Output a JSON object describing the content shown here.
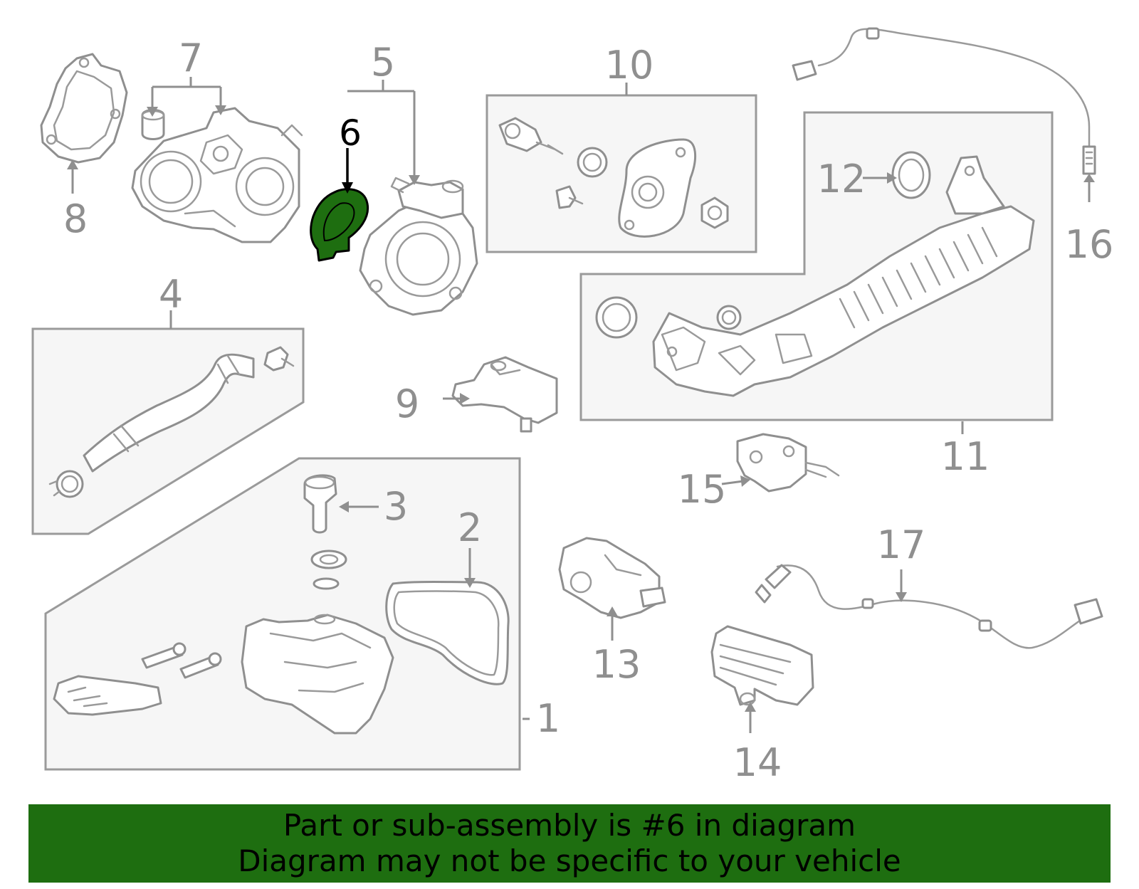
{
  "callouts": {
    "c1": "1",
    "c2": "2",
    "c3": "3",
    "c4": "4",
    "c5": "5",
    "c6": "6",
    "c7": "7",
    "c8": "8",
    "c9": "9",
    "c10": "10",
    "c11": "11",
    "c12": "12",
    "c13": "13",
    "c14": "14",
    "c15": "15",
    "c16": "16",
    "c17": "17"
  },
  "highlighted_part": "6",
  "colors": {
    "highlight": "#1e6e10",
    "line": "#8f8f8f",
    "banner": "#1e6e10"
  },
  "banner": {
    "line1": "Part or sub-assembly is #6 in diagram",
    "line2": "Diagram may not be specific to your vehicle"
  }
}
